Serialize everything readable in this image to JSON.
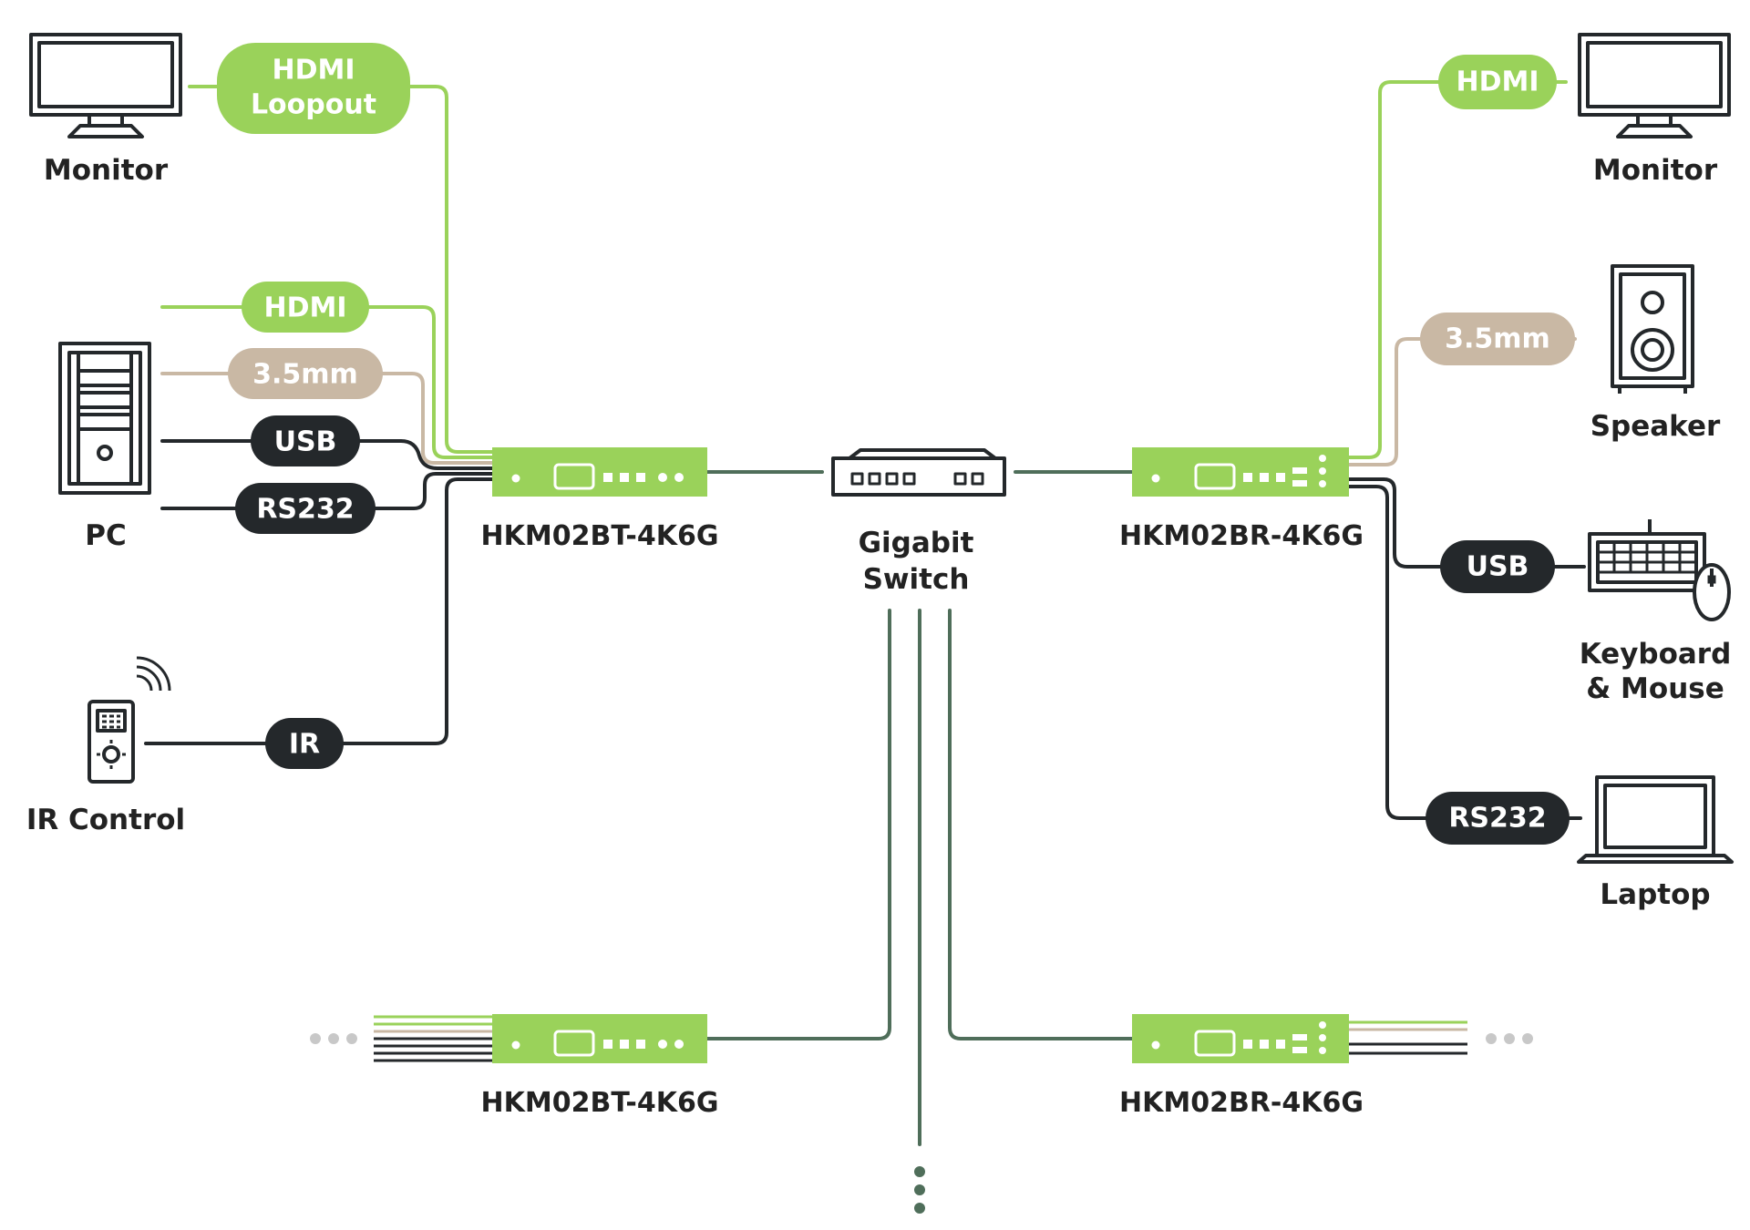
{
  "colors": {
    "hdmi": "#9ad25a",
    "audio": "#c9b8a4",
    "control": "#24282b",
    "network": "#4f6e5a",
    "device": "#9ad25a",
    "ink": "#222222"
  },
  "left": {
    "monitor_label": "Monitor",
    "pc_label": "PC",
    "ir_control_label": "IR Control",
    "pills": {
      "hdmi_loopout_line1": "HDMI",
      "hdmi_loopout_line2": "Loopout",
      "hdmi": "HDMI",
      "audio": "3.5mm",
      "usb": "USB",
      "rs232": "RS232",
      "ir": "IR"
    }
  },
  "right": {
    "monitor_label": "Monitor",
    "speaker_label": "Speaker",
    "keyboard_label_line1": "Keyboard",
    "keyboard_label_line2": "& Mouse",
    "laptop_label": "Laptop",
    "pills": {
      "hdmi": "HDMI",
      "audio": "3.5mm",
      "usb": "USB",
      "rs232": "RS232"
    }
  },
  "center": {
    "switch_label_line1": "Gigabit",
    "switch_label_line2": "Switch"
  },
  "devices": {
    "transmitter_top": "HKM02BT-4K6G",
    "receiver_top": "HKM02BR-4K6G",
    "transmitter_bottom": "HKM02BT-4K6G",
    "receiver_bottom": "HKM02BR-4K6G"
  },
  "icons": [
    "monitor-icon",
    "pc-tower-icon",
    "ir-remote-icon",
    "speaker-icon",
    "keyboard-icon",
    "mouse-icon",
    "laptop-icon",
    "network-switch-icon"
  ]
}
